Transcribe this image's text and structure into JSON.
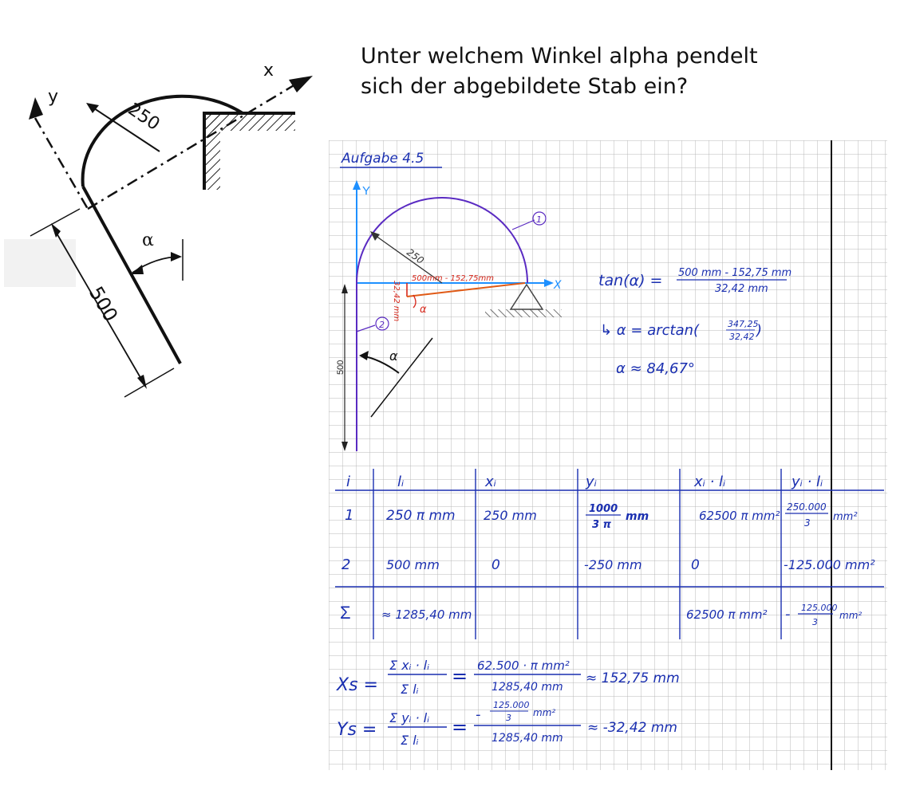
{
  "question": {
    "line1": "Unter welchem Winkel alpha pendelt",
    "line2": "sich der abgebildete Stab ein?"
  },
  "sketch": {
    "axis_x": "x",
    "axis_y": "y",
    "radius": "250",
    "length": "500",
    "angle": "α"
  },
  "solution": {
    "title": "Aufgabe 4.5",
    "fig": {
      "axis_y": "Y",
      "axis_x": "X",
      "label_1": "1",
      "label_2": "2",
      "radius": "250",
      "dim_500": "500",
      "x_offset": "500mm - 152,75mm",
      "y_offset": "32,42 mm",
      "alpha_small": "α",
      "alpha_big": "α"
    },
    "tan": {
      "lhs": "tan(α) =",
      "num": "500 mm - 152,75 mm",
      "den": "32,42 mm",
      "arc_pre": "↳ α = arctan(",
      "arc_num": "347,25",
      "arc_den": "32,42",
      "arc_post": ")",
      "result": "α ≈ 84,67°"
    },
    "table": {
      "headers": [
        "i",
        "lᵢ",
        "xᵢ",
        "yᵢ",
        "xᵢ · lᵢ",
        "yᵢ · lᵢ"
      ],
      "row1": {
        "i": "1",
        "l": "250 π mm",
        "x": "250 mm",
        "y_num": "1000",
        "y_den": "3 π",
        "y_unit": "mm",
        "xl": "62500 π mm²",
        "yl_num": "250.000",
        "yl_den": "3",
        "yl_unit": "mm²"
      },
      "row2": {
        "i": "2",
        "l": "500 mm",
        "x": "0",
        "y": "-250 mm",
        "xl": "0",
        "yl": "-125.000 mm²"
      },
      "sum": {
        "i": "Σ",
        "l": "≈ 1285,40 mm",
        "xl": "62500 π mm²",
        "yl_minus": "-",
        "yl_num": "125.000",
        "yl_den": "3",
        "yl_unit": "mm²"
      }
    },
    "xs": {
      "lhs": "Xs =",
      "f1_num": "Σ xᵢ · lᵢ",
      "f1_den": "Σ lᵢ",
      "eq": "=",
      "f2_num": "62.500 · π mm²",
      "f2_den": "1285,40 mm",
      "result": "≈ 152,75 mm"
    },
    "ys": {
      "lhs": "Ys =",
      "f1_num": "Σ yᵢ · lᵢ",
      "f1_den": "Σ lᵢ",
      "eq": "=",
      "f2_num_pre": "-",
      "f2_num_frac_num": "125.000",
      "f2_num_frac_den": "3",
      "f2_num_unit": "mm²",
      "f2_den": "1285,40 mm",
      "result": "≈ -32,42 mm"
    }
  }
}
